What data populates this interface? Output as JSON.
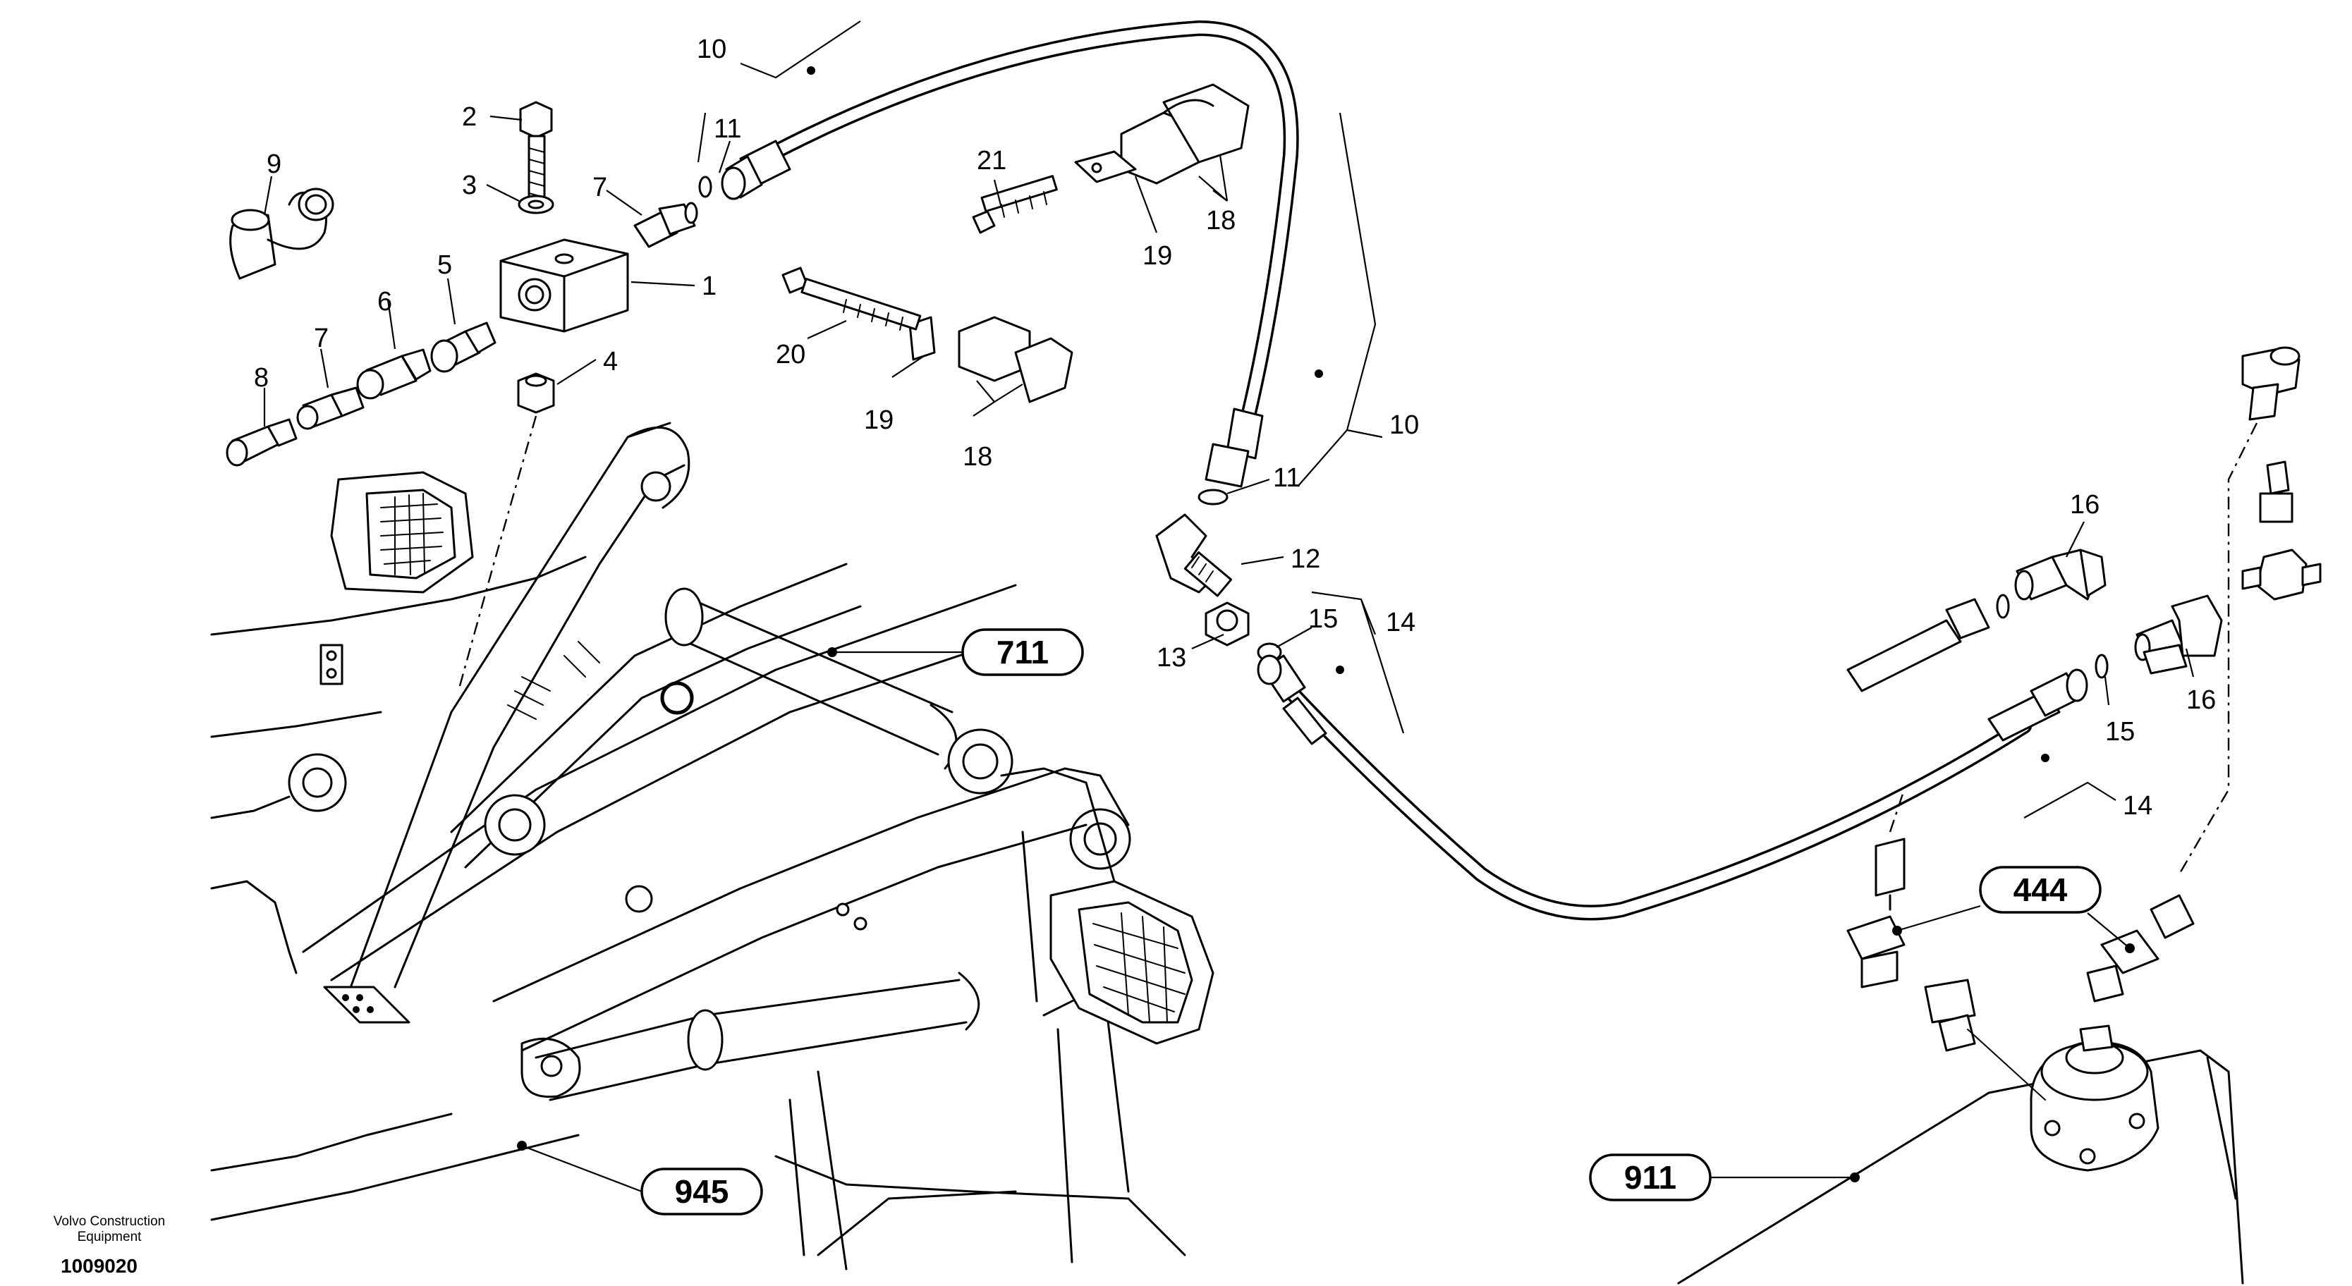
{
  "labels": {
    "p1": "1",
    "p2": "2",
    "p3": "3",
    "p4": "4",
    "p5": "5",
    "p6": "6",
    "p7a": "7",
    "p7b": "7",
    "p8": "8",
    "p9": "9",
    "p10a": "10",
    "p10b": "10",
    "p11a": "11",
    "p11b": "11",
    "p12": "12",
    "p13": "13",
    "p14a": "14",
    "p14b": "14",
    "p15a": "15",
    "p15b": "15",
    "p16a": "16",
    "p16b": "16",
    "p18a": "18",
    "p18b": "18",
    "p19a": "19",
    "p19b": "19",
    "p20": "20",
    "p21": "21"
  },
  "references": {
    "r711": "711",
    "r945": "945",
    "r444": "444",
    "r911": "911"
  },
  "footer": {
    "company_line1": "Volvo Construction",
    "company_line2": "Equipment",
    "doc_number": "1009020"
  }
}
